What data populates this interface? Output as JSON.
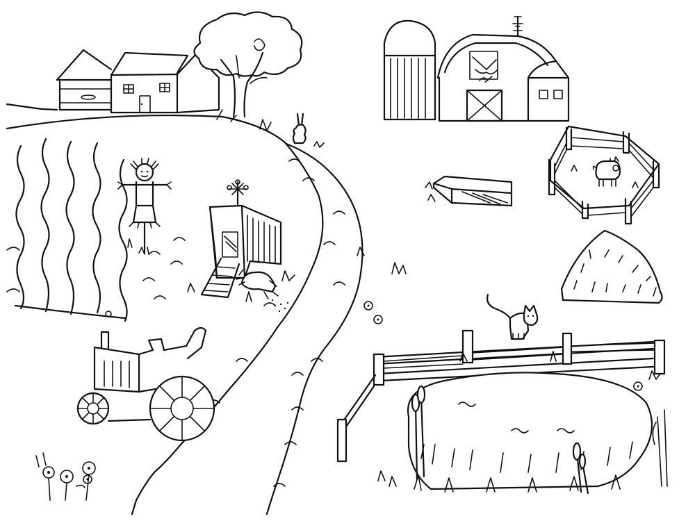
{
  "scene": {
    "kind": "coloring-page",
    "style": "black ink line drawing on white",
    "subject": "farm",
    "colors": {
      "ink": "#111111",
      "paper": "#ffffff"
    },
    "objects": [
      "farmhouse",
      "tree",
      "silo",
      "barn",
      "weathervane",
      "pig-pen",
      "pig",
      "haystack",
      "feeding-trough",
      "scarecrow",
      "crop-field",
      "chicken-coop",
      "chicken",
      "rabbit",
      "tractor",
      "dirt-road",
      "cat",
      "wooden-fence",
      "pond",
      "cattails",
      "flowers",
      "grass-tufts"
    ]
  }
}
